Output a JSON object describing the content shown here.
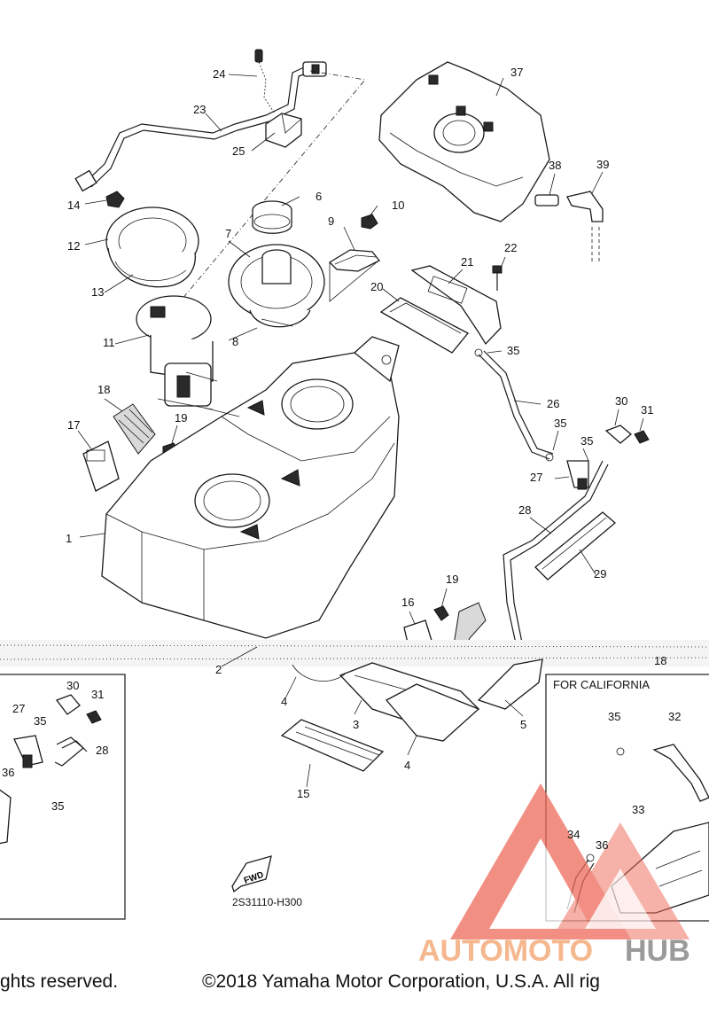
{
  "diagram_code": "2S31110-H300",
  "fwd_label": "FWD",
  "california_label": "FOR CALIFORNIA",
  "footer": {
    "left_text": "ghts reserved.",
    "right_text": "©2018 Yamaha Motor Corporation, U.S.A. All rig"
  },
  "watermark": {
    "part1": "AUTOMOTO",
    "part2": "HUB",
    "color1": "#f5b78e",
    "color2": "#9a9a9a",
    "triangle_color": "#ee6a5a"
  },
  "callouts": [
    {
      "id": "c1",
      "label": "1"
    },
    {
      "id": "c2",
      "label": "2"
    },
    {
      "id": "c3",
      "label": "3"
    },
    {
      "id": "c4a",
      "label": "4"
    },
    {
      "id": "c4b",
      "label": "4"
    },
    {
      "id": "c5",
      "label": "5"
    },
    {
      "id": "c6",
      "label": "6"
    },
    {
      "id": "c7",
      "label": "7"
    },
    {
      "id": "c8",
      "label": "8"
    },
    {
      "id": "c9",
      "label": "9"
    },
    {
      "id": "c10",
      "label": "10"
    },
    {
      "id": "c11",
      "label": "11"
    },
    {
      "id": "c12",
      "label": "12"
    },
    {
      "id": "c13",
      "label": "13"
    },
    {
      "id": "c14",
      "label": "14"
    },
    {
      "id": "c15",
      "label": "15"
    },
    {
      "id": "c16",
      "label": "16"
    },
    {
      "id": "c17",
      "label": "17"
    },
    {
      "id": "c18",
      "label": "18"
    },
    {
      "id": "c19a",
      "label": "19"
    },
    {
      "id": "c19b",
      "label": "19"
    },
    {
      "id": "c20",
      "label": "20"
    },
    {
      "id": "c21",
      "label": "21"
    },
    {
      "id": "c22",
      "label": "22"
    },
    {
      "id": "c23",
      "label": "23"
    },
    {
      "id": "c24",
      "label": "24"
    },
    {
      "id": "c25",
      "label": "25"
    },
    {
      "id": "c26",
      "label": "26"
    },
    {
      "id": "c27",
      "label": "27"
    },
    {
      "id": "c28",
      "label": "28"
    },
    {
      "id": "c29",
      "label": "29"
    },
    {
      "id": "c30",
      "label": "30"
    },
    {
      "id": "c31",
      "label": "31"
    },
    {
      "id": "c35a",
      "label": "35"
    },
    {
      "id": "c35b",
      "label": "35"
    },
    {
      "id": "c35c",
      "label": "35"
    },
    {
      "id": "c37",
      "label": "37"
    },
    {
      "id": "c38",
      "label": "38"
    },
    {
      "id": "c39",
      "label": "39"
    },
    {
      "id": "l27",
      "label": "27"
    },
    {
      "id": "l28",
      "label": "28"
    },
    {
      "id": "l30",
      "label": "30"
    },
    {
      "id": "l31",
      "label": "31"
    },
    {
      "id": "l35a",
      "label": "35"
    },
    {
      "id": "l35b",
      "label": "35"
    },
    {
      "id": "l36",
      "label": "36"
    },
    {
      "id": "r32",
      "label": "32"
    },
    {
      "id": "r33",
      "label": "33"
    },
    {
      "id": "r34",
      "label": "34"
    },
    {
      "id": "r35",
      "label": "35"
    },
    {
      "id": "r36",
      "label": "36"
    },
    {
      "id": "r18",
      "label": "18"
    }
  ]
}
